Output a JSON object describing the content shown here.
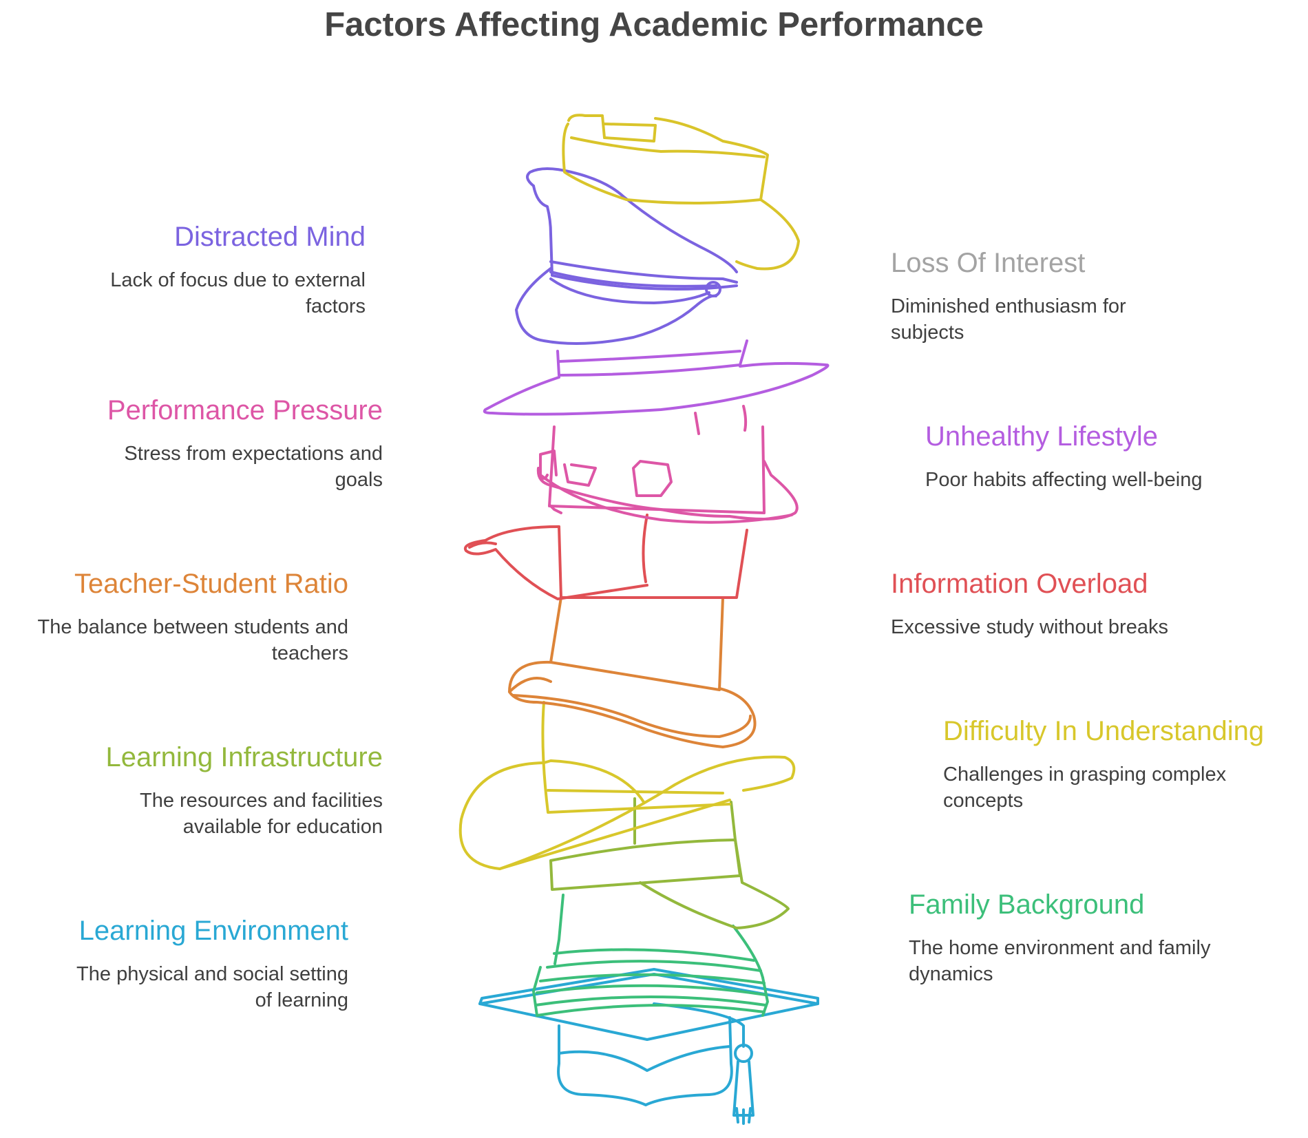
{
  "title": "Factors Affecting Academic Performance",
  "colors": {
    "yellow": "#d9c42a",
    "purple_blue": "#7b63e0",
    "gray": "#a3a3a3",
    "purple": "#b45de0",
    "pink": "#dd56a6",
    "red": "#e05055",
    "orange": "#dd8438",
    "olive": "#93b83c",
    "gold": "#d8c72b",
    "green": "#3cbf7a",
    "blue": "#29a8d4"
  },
  "factors": {
    "distracted_mind": {
      "title": "Distracted Mind",
      "desc": "Lack of focus due to external factors",
      "color": "#7b63e0",
      "icon": "peaked-cap-icon"
    },
    "loss_of_interest": {
      "title": "Loss Of Interest",
      "desc": "Diminished enthusiasm for subjects",
      "color": "#a3a3a3",
      "icon": "visor-icon"
    },
    "performance_pressure": {
      "title": "Performance Pressure",
      "desc": "Stress from expectations and goals",
      "color": "#dd56a6",
      "icon": "bucket-hat-icon"
    },
    "unhealthy_lifestyle": {
      "title": "Unhealthy Lifestyle",
      "desc": "Poor habits affecting well-being",
      "color": "#b45de0",
      "icon": "wide-brim-hat-icon"
    },
    "teacher_student_ratio": {
      "title": "Teacher-Student Ratio",
      "desc": "The balance between students and teachers",
      "color": "#dd8438",
      "icon": "top-hat-icon"
    },
    "information_overload": {
      "title": "Information Overload",
      "desc": "Excessive study without breaks",
      "color": "#e05055",
      "icon": "baseball-cap-icon"
    },
    "learning_infrastructure": {
      "title": "Learning Infrastructure",
      "desc": "The resources and facilities available for education",
      "color": "#93b83c",
      "icon": "flat-cap-icon"
    },
    "difficulty_in_understanding": {
      "title": "Difficulty In Understanding",
      "desc": "Challenges in grasping complex concepts",
      "color": "#d8c72b",
      "icon": "cowboy-hat-icon"
    },
    "learning_environment": {
      "title": "Learning Environment",
      "desc": "The physical and social setting of learning",
      "color": "#29a8d4",
      "icon": "graduation-cap-icon"
    },
    "family_background": {
      "title": "Family Background",
      "desc": "The home environment and family dynamics",
      "color": "#3cbf7a",
      "icon": "beanie-icon"
    }
  }
}
